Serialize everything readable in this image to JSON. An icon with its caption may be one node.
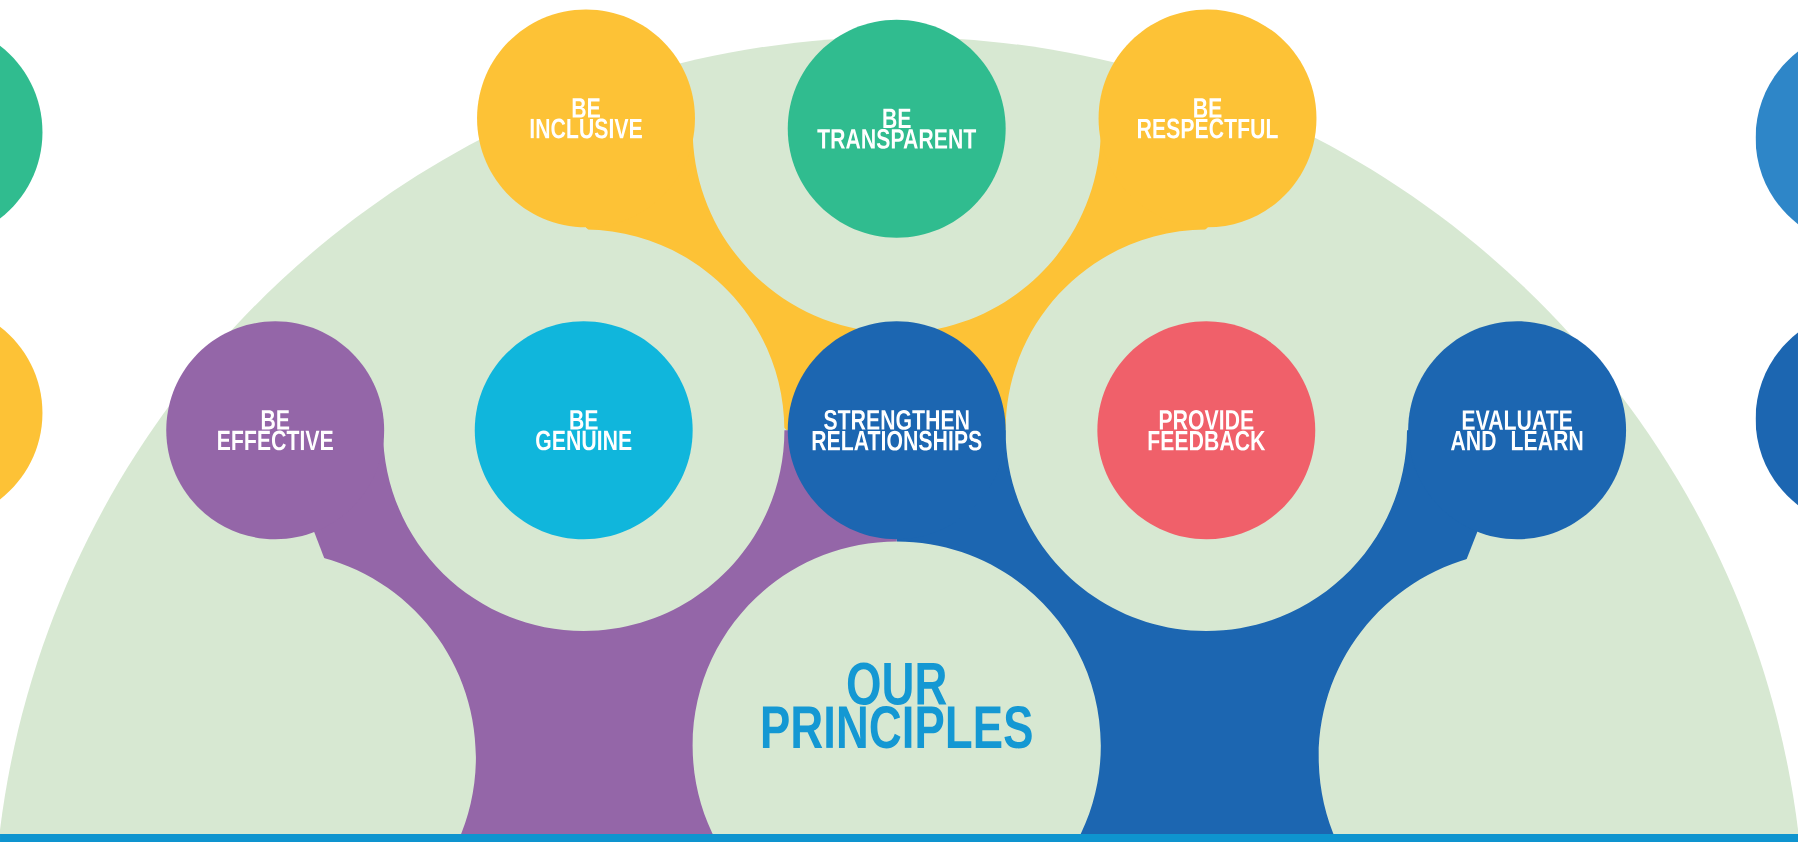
{
  "diagram": {
    "title": "OUR PRINCIPLES",
    "nodes": [
      {
        "text": [],
        "shape": "circle"
      },
      {
        "text": [
          "BE INCLUSIVE"
        ]
      },
      {
        "text": [
          "BE TRANSPARENT"
        ]
      },
      {
        "text": [
          "BE RESPECTFUL"
        ]
      },
      {
        "text": [],
        "shape": "circle"
      },
      {
        "text": [],
        "shape": "circle"
      },
      {
        "text": [
          "BE EFFECTIVE"
        ]
      },
      {
        "text": [
          "BE GENUINE"
        ]
      },
      {
        "text": [
          "STRENGTHEN RELATIONSHIPS"
        ]
      },
      {
        "text": [
          "PROVIDE FEEDBACK"
        ]
      },
      {
        "text": [
          "EVALUATE AND LEARN"
        ]
      },
      {
        "text": [],
        "shape": "circle"
      }
    ]
  }
}
